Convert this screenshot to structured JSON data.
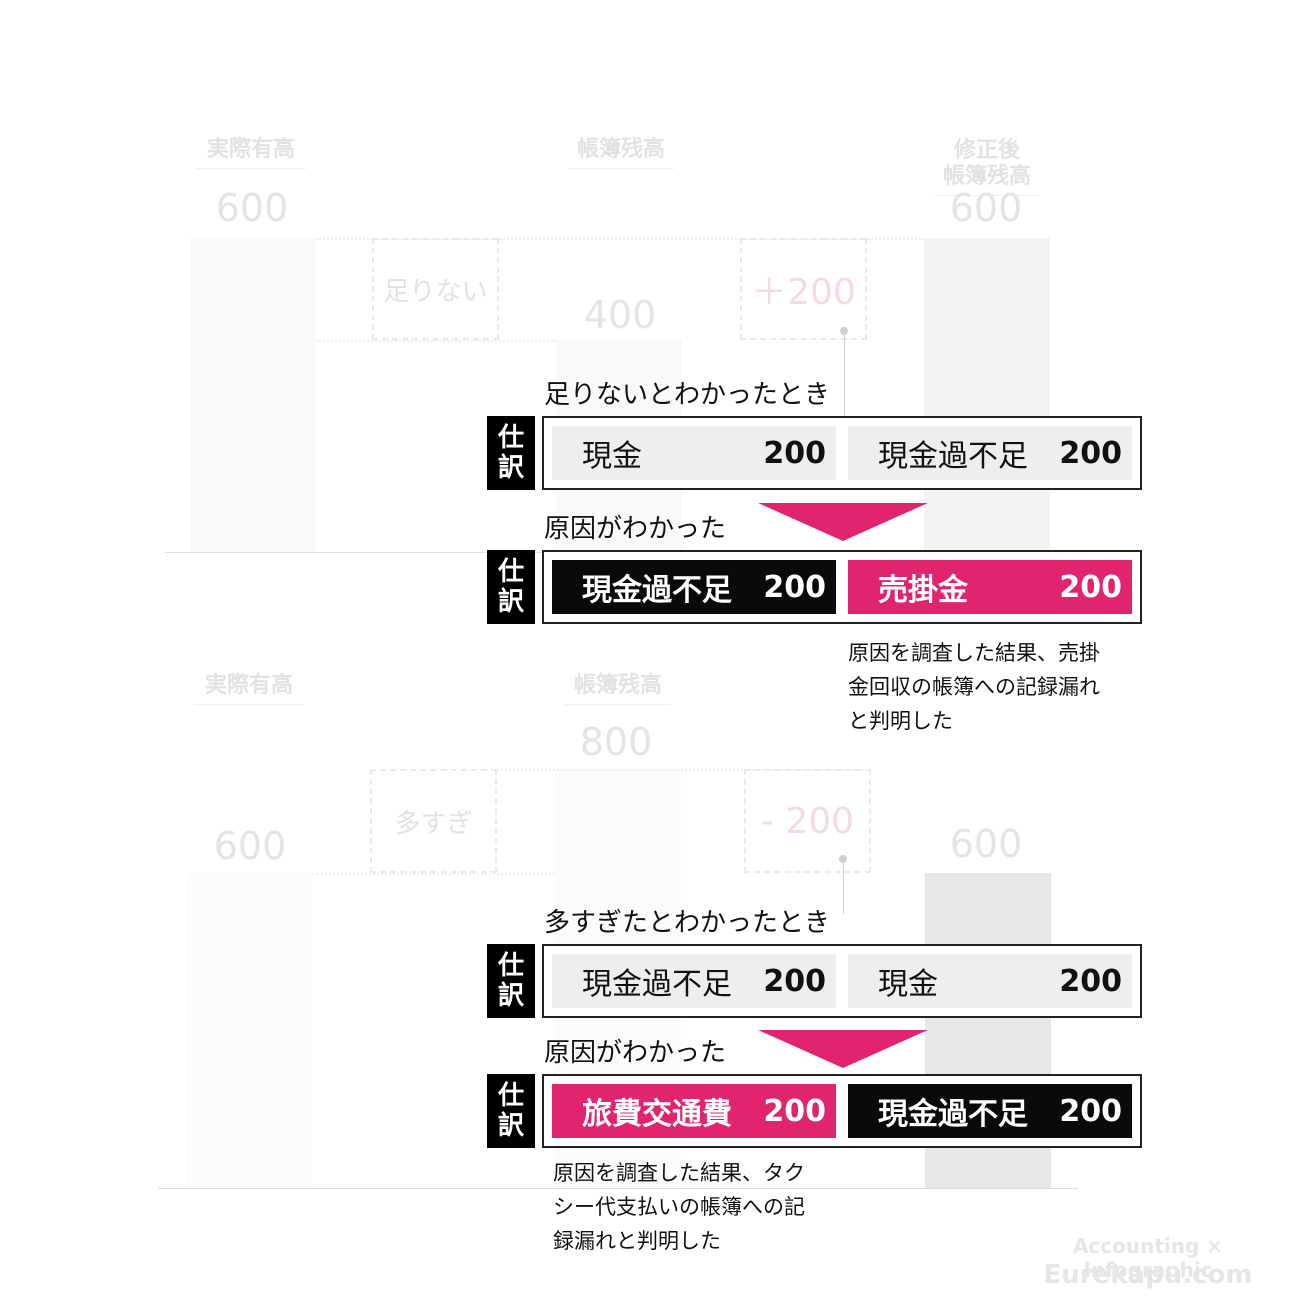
{
  "top": {
    "headers": {
      "actual": "実際有高",
      "book": "帳簿残高",
      "corrected": "修正後\n帳簿残高"
    },
    "values": {
      "actual": "600",
      "book": "400",
      "corrected": "600"
    },
    "diff_label": "足りない",
    "adjustment": "＋200",
    "caption_found": "足りないとわかったとき",
    "entry1": {
      "shiwake": [
        "仕",
        "訳"
      ],
      "debit": {
        "account": "現金",
        "amount": "200"
      },
      "credit": {
        "account": "現金過不足",
        "amount": "200"
      }
    },
    "caption_cause": "原因がわかった",
    "entry2": {
      "shiwake": [
        "仕",
        "訳"
      ],
      "debit": {
        "account": "現金過不足",
        "amount": "200"
      },
      "credit": {
        "account": "売掛金",
        "amount": "200"
      }
    },
    "note": [
      "原因を調査した結果、売掛",
      "金回収の帳簿への記録漏れ",
      "と判明した"
    ]
  },
  "bottom": {
    "headers": {
      "actual": "実際有高",
      "book": "帳簿残高"
    },
    "values": {
      "actual": "600",
      "book": "800",
      "corrected": "600"
    },
    "diff_label": "多すぎ",
    "adjustment": "- 200",
    "caption_found": "多すぎたとわかったとき",
    "entry1": {
      "shiwake": [
        "仕",
        "訳"
      ],
      "debit": {
        "account": "現金過不足",
        "amount": "200"
      },
      "credit": {
        "account": "現金",
        "amount": "200"
      }
    },
    "caption_cause": "原因がわかった",
    "entry2": {
      "shiwake": [
        "仕",
        "訳"
      ],
      "debit": {
        "account": "旅費交通費",
        "amount": "200"
      },
      "credit": {
        "account": "現金過不足",
        "amount": "200"
      }
    },
    "note": [
      "原因を調査した結果、タク",
      "シー代支払いの帳簿への記",
      "録漏れと判明した"
    ]
  },
  "watermark": {
    "line1": "Accounting × Infographic",
    "line2": "Eurekapu.com"
  },
  "colors": {
    "accent": "#e0246f",
    "dark": "#0a0a0a",
    "cell_gray": "#eeeeee"
  }
}
